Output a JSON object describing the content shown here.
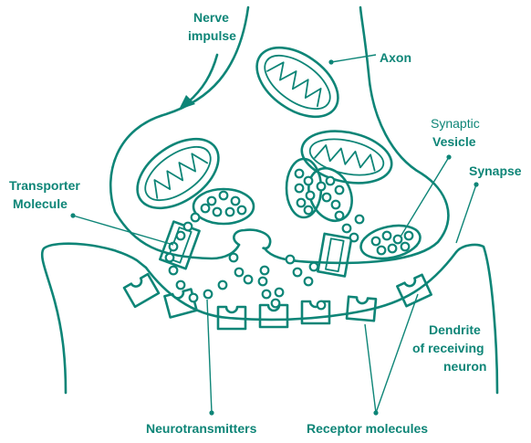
{
  "colors": {
    "ink": "#0e8577",
    "background": "#ffffff"
  },
  "labels": {
    "nerve_impulse": [
      "Nerve",
      "impulse"
    ],
    "axon": "Axon",
    "synaptic_vesicle": [
      "Synaptic",
      "Vesicle"
    ],
    "synapse": "Synapse",
    "transporter_molecule": [
      "Transporter",
      "Molecule"
    ],
    "dendrite": [
      "Dendrite",
      "of receiving",
      "neuron"
    ],
    "neurotransmitters": "Neurotransmitters",
    "receptor_molecules": "Receptor molecules"
  }
}
